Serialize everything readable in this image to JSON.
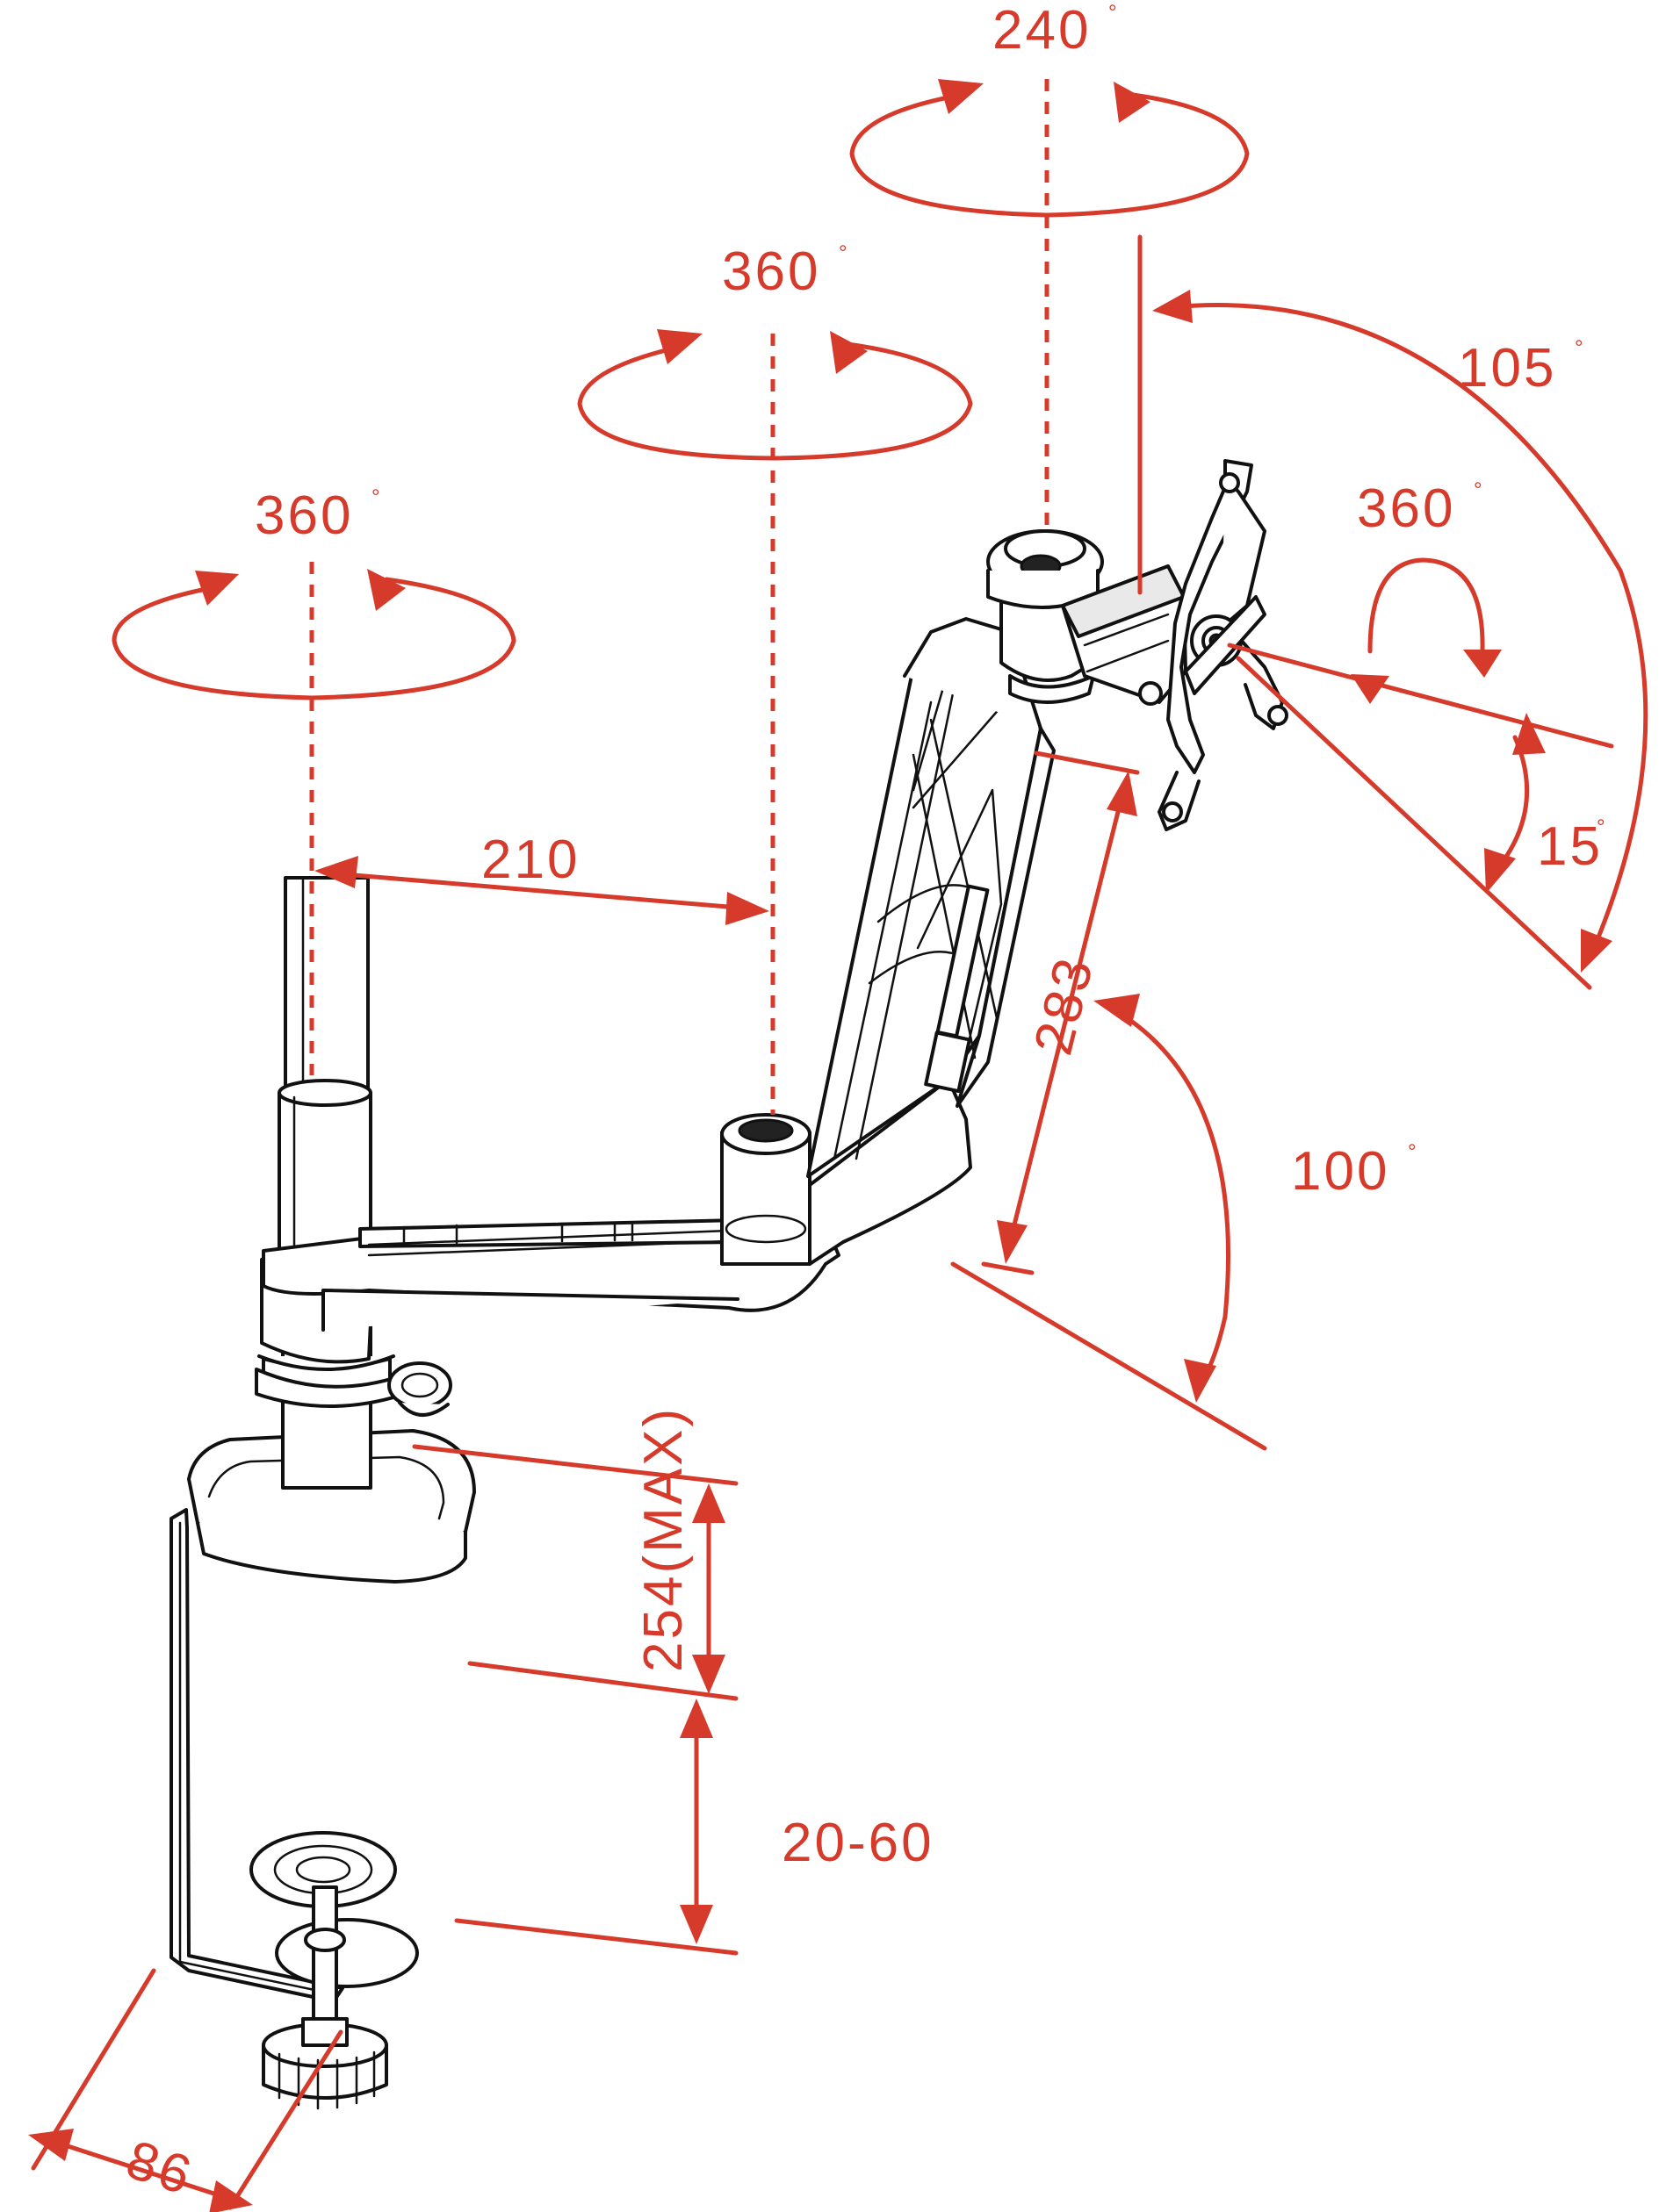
{
  "colors": {
    "dimension": "#d63a2b",
    "line_art": "#111111",
    "background": "#ffffff"
  },
  "labels": {
    "rot_head": "240",
    "rot_arm2": "360",
    "rot_pole": "360",
    "tilt_total": "105",
    "swivel": "360",
    "tilt_small": "15",
    "arm_angle": "100",
    "len_arm1": "210",
    "len_arm2": "283",
    "height_max": "254(MAX)",
    "clamp_range": "20-60",
    "base_width": "86",
    "degree_mark": "°"
  },
  "icons": {
    "rotation": "rotation-ellipse-icon",
    "arrowhead": "arrowhead-icon"
  }
}
